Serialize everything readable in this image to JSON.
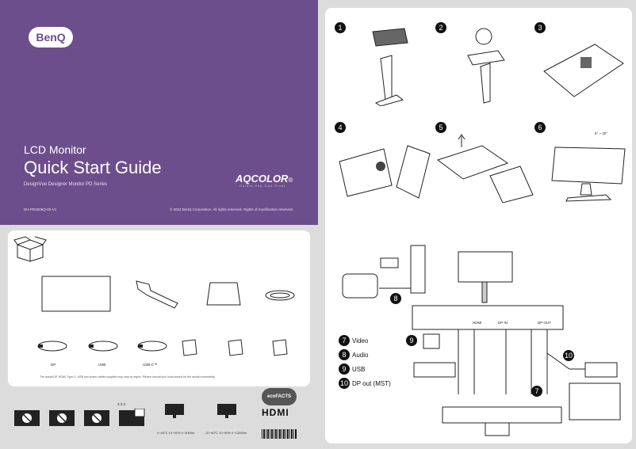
{
  "cover": {
    "brand": "BenQ",
    "line1": "LCD Monitor",
    "title": "Quick Start Guide",
    "subtitle": "DesignVue Designer Monitor    PD Series",
    "aq": "AQCOLOR",
    "aq_tagline": "Colors You Can Trust",
    "part_number": "DH-PD2506Q-00-V1",
    "copyright": "© 2022 BenQ Corporation. All rights reserved. Rights of modification reserved."
  },
  "box": {
    "cables": [
      "DP",
      "USB",
      "USB-C™"
    ],
    "footer_note": "The actual DP, HDMI, Type-C, USB and power cables supplied may vary by region. Please consult your local vendor for the actual connectivity."
  },
  "steps": [
    "1",
    "2",
    "3",
    "4",
    "5",
    "6"
  ],
  "connect": {
    "legend": [
      {
        "num": "7",
        "label": "Video"
      },
      {
        "num": "8",
        "label": "Audio"
      },
      {
        "num": "9",
        "label": "USB"
      },
      {
        "num": "10",
        "label": "DP out (MST)"
      }
    ],
    "ports": [
      "HDMI",
      "DP IN",
      "DP OUT"
    ],
    "angle": "5° ~ 20°"
  },
  "power": {
    "a": {
      "temp": "0~40°C",
      "humidity": "10~90%",
      "alt": "0~3000m"
    },
    "b": {
      "temp": "-20~60°C",
      "humidity": "10~90%",
      "alt": "0~12000m"
    }
  },
  "badges": {
    "eco": "ecoFACTS",
    "hdmi": "HDMI"
  },
  "warnings_label": "3 3 3"
}
